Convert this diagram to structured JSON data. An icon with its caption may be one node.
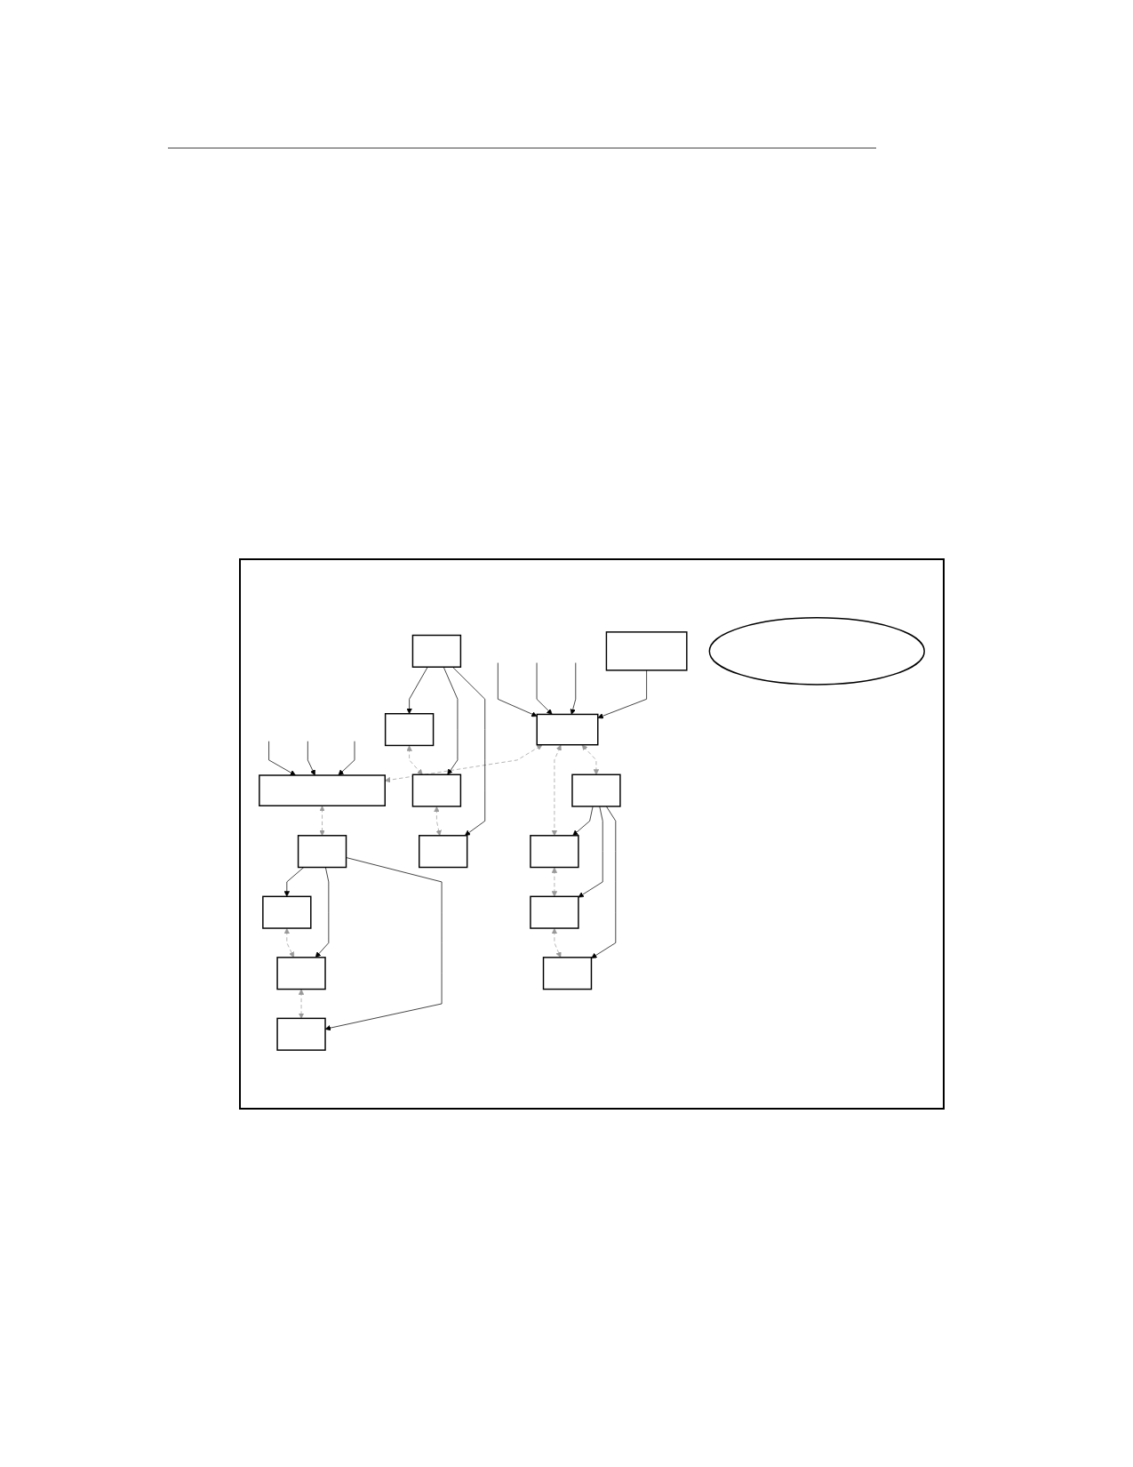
{
  "diagram": {
    "nodes": [
      {
        "text": [],
        "shape": "box"
      },
      {
        "text": [],
        "shape": "box"
      },
      {
        "text": [],
        "shape": "box"
      },
      {
        "text": [],
        "shape": "ellipse"
      },
      {
        "text": [],
        "shape": "box"
      },
      {
        "text": [],
        "shape": "box"
      },
      {
        "text": [],
        "shape": "box"
      },
      {
        "text": [],
        "shape": "box"
      },
      {
        "text": [],
        "shape": "box"
      },
      {
        "text": [],
        "shape": "box"
      },
      {
        "text": [],
        "shape": "box"
      },
      {
        "text": [],
        "shape": "box"
      },
      {
        "text": [],
        "shape": "box"
      },
      {
        "text": [],
        "shape": "box"
      },
      {
        "text": [],
        "shape": "box"
      },
      {
        "text": [],
        "shape": "box"
      }
    ],
    "edges": [
      {
        "from": null,
        "to": 1,
        "arrow": "to"
      },
      {
        "from": null,
        "to": 1,
        "arrow": "to"
      },
      {
        "from": null,
        "to": 1,
        "arrow": "to"
      },
      {
        "from": null,
        "to": 2,
        "arrow": "to"
      },
      {
        "from": null,
        "to": 2,
        "arrow": "to"
      },
      {
        "from": null,
        "to": 2,
        "arrow": "to"
      },
      {
        "from": 0,
        "to": 1,
        "arrow": "to"
      },
      {
        "from": 1,
        "to": 2,
        "arrow": "both",
        "style": "dashed",
        "color": "#999999"
      },
      {
        "from": 1,
        "to": 7,
        "arrow": "both",
        "style": "dashed",
        "color": "#999999"
      },
      {
        "from": 1,
        "to": 4,
        "arrow": "both",
        "style": "dashed",
        "color": "#999999"
      },
      {
        "from": 2,
        "to": 5,
        "arrow": "both",
        "style": "dashed",
        "color": "#999999"
      },
      {
        "from": 4,
        "to": 7,
        "arrow": "to"
      },
      {
        "from": 4,
        "to": 8,
        "arrow": "to"
      },
      {
        "from": 4,
        "to": 9,
        "arrow": "to"
      },
      {
        "from": 7,
        "to": 8,
        "arrow": "both",
        "style": "dashed",
        "color": "#999999"
      },
      {
        "from": 8,
        "to": 9,
        "arrow": "both",
        "style": "dashed",
        "color": "#999999"
      },
      {
        "from": 6,
        "to": 10,
        "arrow": "to"
      },
      {
        "from": 6,
        "to": 11,
        "arrow": "to"
      },
      {
        "from": 6,
        "to": 12,
        "arrow": "to"
      },
      {
        "from": 10,
        "to": 11,
        "arrow": "both",
        "style": "dashed",
        "color": "#999999"
      },
      {
        "from": 11,
        "to": 12,
        "arrow": "both",
        "style": "dashed",
        "color": "#999999"
      },
      {
        "from": 5,
        "to": 13,
        "arrow": "to"
      },
      {
        "from": 5,
        "to": 14,
        "arrow": "to"
      },
      {
        "from": 5,
        "to": 15,
        "arrow": "to"
      },
      {
        "from": 13,
        "to": 14,
        "arrow": "both",
        "style": "dashed",
        "color": "#999999"
      },
      {
        "from": 14,
        "to": 15,
        "arrow": "both",
        "style": "dashed",
        "color": "#999999"
      }
    ]
  }
}
